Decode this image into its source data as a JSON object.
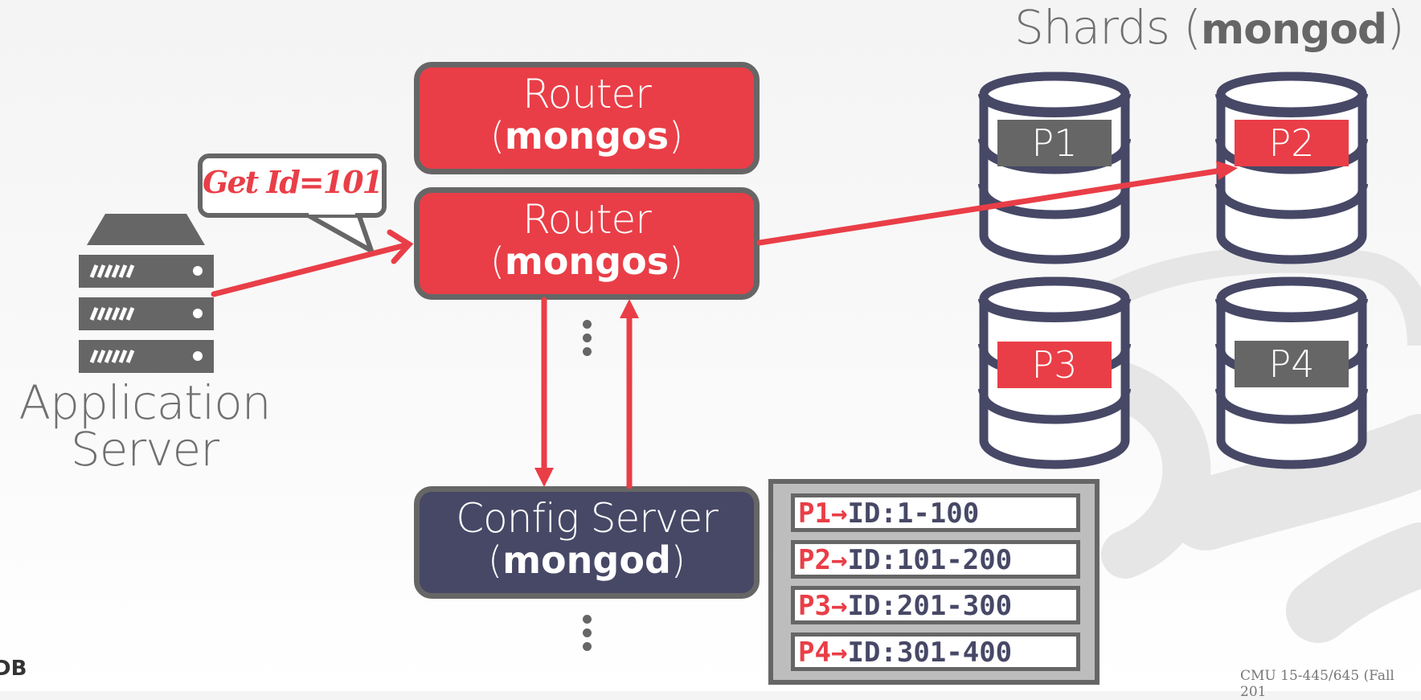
{
  "title": {
    "text": "Shards (",
    "bold": "mongod",
    "close": ")"
  },
  "routers": [
    {
      "line1": "Router",
      "open": "(",
      "bold": "mongos",
      "close": ")"
    },
    {
      "line1": "Router",
      "open": "(",
      "bold": "mongos",
      "close": ")"
    }
  ],
  "config_server": {
    "line1": "Config Server",
    "open": "(",
    "bold": "mongod",
    "close": ")"
  },
  "app_server": {
    "line1": "Application",
    "line2": "Server"
  },
  "query_bubble": "Get Id=101",
  "shards": [
    {
      "label": "P1",
      "highlighted": false
    },
    {
      "label": "P2",
      "highlighted": true
    },
    {
      "label": "P3",
      "highlighted": true
    },
    {
      "label": "P4",
      "highlighted": false
    }
  ],
  "partition_table": [
    {
      "partition": "P1",
      "arrow": "→",
      "range": "ID:1-100"
    },
    {
      "partition": "P2",
      "arrow": "→",
      "range": "ID:101-200"
    },
    {
      "partition": "P3",
      "arrow": "→",
      "range": "ID:201-300"
    },
    {
      "partition": "P4",
      "arrow": "→",
      "range": "ID:301-400"
    }
  ],
  "footer": "CMU 15-445/645 (Fall 201",
  "logo": "DB",
  "colors": {
    "accent_red": "#e93e47",
    "navy": "#474866",
    "gray": "#666666"
  }
}
